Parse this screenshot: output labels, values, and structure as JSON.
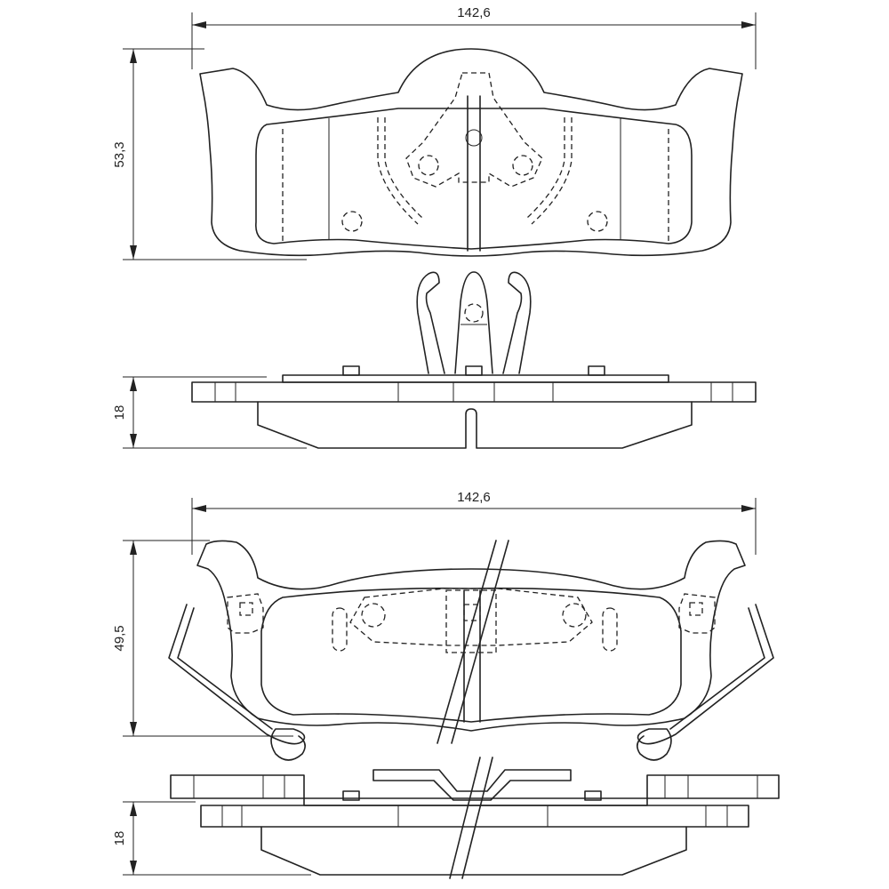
{
  "dimensions": {
    "top_width": "142,6",
    "top_height": "53,3",
    "top_thickness": "18",
    "bottom_width": "142,6",
    "bottom_height": "49,5",
    "bottom_thickness": "18"
  },
  "colors": {
    "line": "#222222",
    "background": "#ffffff"
  }
}
